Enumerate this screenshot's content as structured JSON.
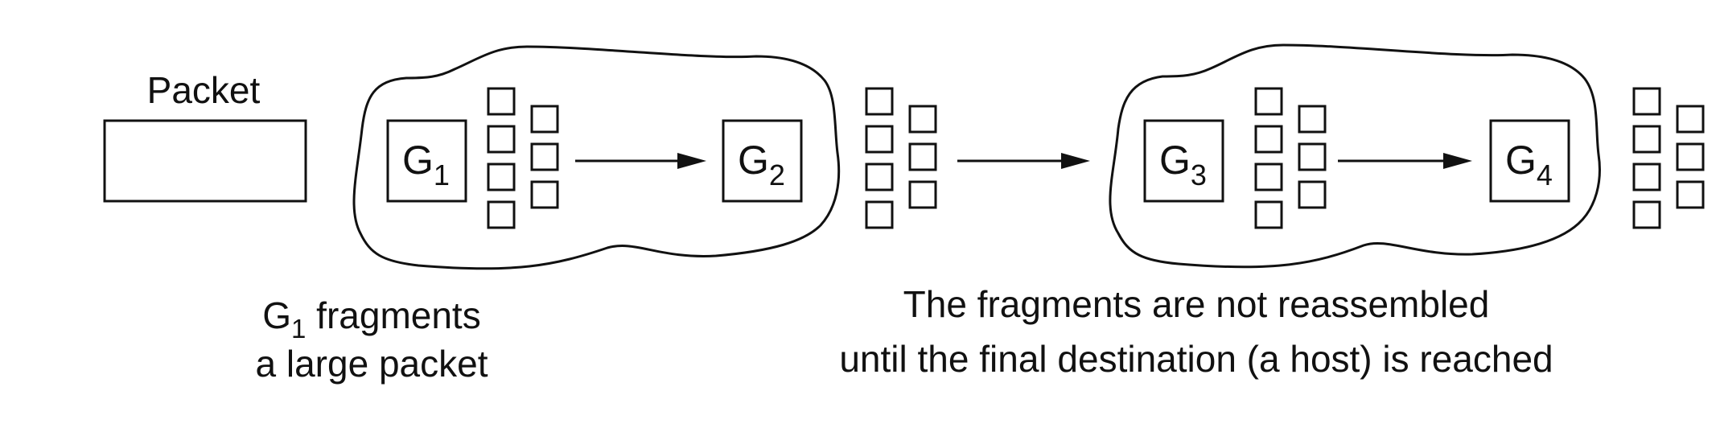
{
  "packet_label": "Packet",
  "gateways": [
    {
      "letter": "G",
      "sub": "1"
    },
    {
      "letter": "G",
      "sub": "2"
    },
    {
      "letter": "G",
      "sub": "3"
    },
    {
      "letter": "G",
      "sub": "4"
    }
  ],
  "caption_left": {
    "line1_letter": "G",
    "line1_sub": "1",
    "line1_rest": " fragments",
    "line2": "a large packet"
  },
  "caption_right": {
    "line1": "The fragments are not reassembled",
    "line2": "until the final destination (a host) is reached"
  }
}
